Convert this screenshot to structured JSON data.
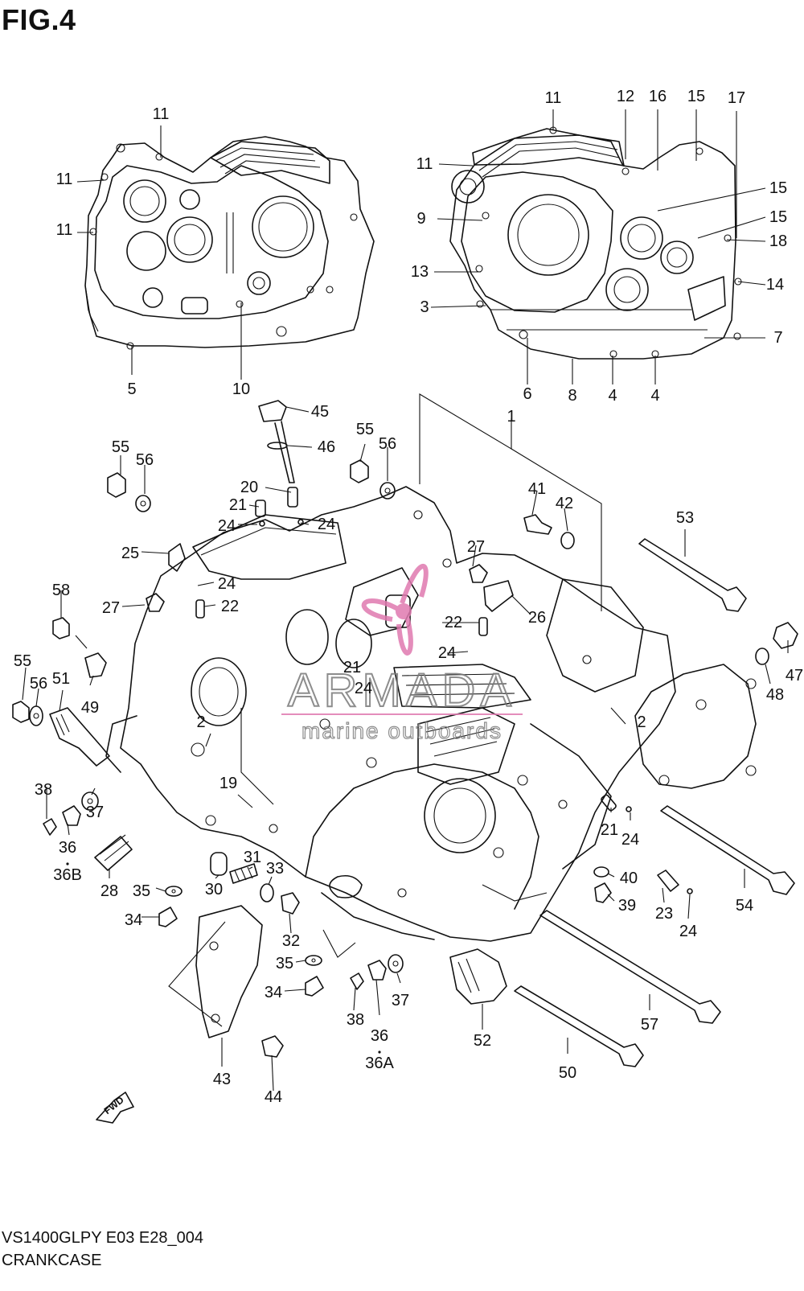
{
  "figure_title": "FIG.4",
  "footer": {
    "model_code": "VS1400GLPY E03 E28_004",
    "section_name": "CRANKCASE"
  },
  "watermark": {
    "brand": "ARMADA",
    "tagline": "marine outboards",
    "color_text": "#7a7a7a",
    "color_logo": "#e07ab0"
  },
  "fwd_label": "FWD",
  "callouts": [
    {
      "id": "c-11a",
      "text": "11"
    },
    {
      "id": "c-11b",
      "text": "11"
    },
    {
      "id": "c-11c",
      "text": "11"
    },
    {
      "id": "c-5",
      "text": "5"
    },
    {
      "id": "c-10",
      "text": "10"
    },
    {
      "id": "c-11d",
      "text": "11"
    },
    {
      "id": "c-12",
      "text": "12"
    },
    {
      "id": "c-16",
      "text": "16"
    },
    {
      "id": "c-15a",
      "text": "15"
    },
    {
      "id": "c-17",
      "text": "17"
    },
    {
      "id": "c-11e",
      "text": "11"
    },
    {
      "id": "c-15b",
      "text": "15"
    },
    {
      "id": "c-9",
      "text": "9"
    },
    {
      "id": "c-15c",
      "text": "15"
    },
    {
      "id": "c-18",
      "text": "18"
    },
    {
      "id": "c-13",
      "text": "13"
    },
    {
      "id": "c-14",
      "text": "14"
    },
    {
      "id": "c-3",
      "text": "3"
    },
    {
      "id": "c-7",
      "text": "7"
    },
    {
      "id": "c-6",
      "text": "6"
    },
    {
      "id": "c-8",
      "text": "8"
    },
    {
      "id": "c-4a",
      "text": "4"
    },
    {
      "id": "c-4b",
      "text": "4"
    },
    {
      "id": "c-45",
      "text": "45"
    },
    {
      "id": "c-1",
      "text": "1"
    },
    {
      "id": "c-46",
      "text": "46"
    },
    {
      "id": "c-55a",
      "text": "55"
    },
    {
      "id": "c-56a",
      "text": "56"
    },
    {
      "id": "c-55b",
      "text": "55"
    },
    {
      "id": "c-56b",
      "text": "56"
    },
    {
      "id": "c-20",
      "text": "20"
    },
    {
      "id": "c-21a",
      "text": "21"
    },
    {
      "id": "c-41",
      "text": "41"
    },
    {
      "id": "c-42",
      "text": "42"
    },
    {
      "id": "c-53",
      "text": "53"
    },
    {
      "id": "c-24a",
      "text": "24"
    },
    {
      "id": "c-24b",
      "text": "24"
    },
    {
      "id": "c-25",
      "text": "25"
    },
    {
      "id": "c-27a",
      "text": "27"
    },
    {
      "id": "c-58",
      "text": "58"
    },
    {
      "id": "c-24c",
      "text": "24"
    },
    {
      "id": "c-27b",
      "text": "27"
    },
    {
      "id": "c-22a",
      "text": "22"
    },
    {
      "id": "c-26",
      "text": "26"
    },
    {
      "id": "c-22b",
      "text": "22"
    },
    {
      "id": "c-24d",
      "text": "24"
    },
    {
      "id": "c-47",
      "text": "47"
    },
    {
      "id": "c-55c",
      "text": "55"
    },
    {
      "id": "c-56c",
      "text": "56"
    },
    {
      "id": "c-51",
      "text": "51"
    },
    {
      "id": "c-21b",
      "text": "21"
    },
    {
      "id": "c-24e",
      "text": "24"
    },
    {
      "id": "c-48",
      "text": "48"
    },
    {
      "id": "c-49",
      "text": "49"
    },
    {
      "id": "c-2a",
      "text": "2"
    },
    {
      "id": "c-2b",
      "text": "2"
    },
    {
      "id": "c-19",
      "text": "19"
    },
    {
      "id": "c-38a",
      "text": "38"
    },
    {
      "id": "c-37a",
      "text": "37"
    },
    {
      "id": "c-36a",
      "text": "36"
    },
    {
      "id": "c-36B",
      "text": "36B"
    },
    {
      "id": "c-21c",
      "text": "21"
    },
    {
      "id": "c-24f",
      "text": "24"
    },
    {
      "id": "c-31",
      "text": "31"
    },
    {
      "id": "c-33",
      "text": "33"
    },
    {
      "id": "c-40",
      "text": "40"
    },
    {
      "id": "c-28",
      "text": "28"
    },
    {
      "id": "c-35a",
      "text": "35"
    },
    {
      "id": "c-30",
      "text": "30"
    },
    {
      "id": "c-54",
      "text": "54"
    },
    {
      "id": "c-39",
      "text": "39"
    },
    {
      "id": "c-23",
      "text": "23"
    },
    {
      "id": "c-34a",
      "text": "34"
    },
    {
      "id": "c-32",
      "text": "32"
    },
    {
      "id": "c-24g",
      "text": "24"
    },
    {
      "id": "c-35b",
      "text": "35"
    },
    {
      "id": "c-34b",
      "text": "34"
    },
    {
      "id": "c-37b",
      "text": "37"
    },
    {
      "id": "c-57",
      "text": "57"
    },
    {
      "id": "c-38b",
      "text": "38"
    },
    {
      "id": "c-36b",
      "text": "36"
    },
    {
      "id": "c-52",
      "text": "52"
    },
    {
      "id": "c-36A",
      "text": "36A"
    },
    {
      "id": "c-50",
      "text": "50"
    },
    {
      "id": "c-43",
      "text": "43"
    },
    {
      "id": "c-44",
      "text": "44"
    }
  ]
}
